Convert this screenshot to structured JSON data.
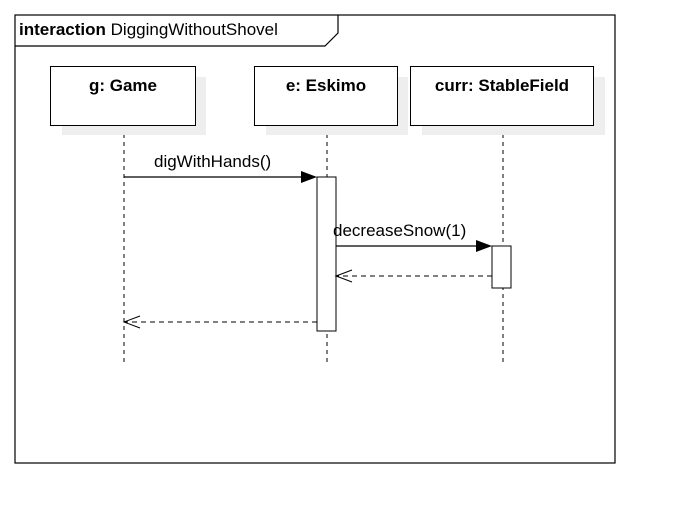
{
  "frame": {
    "keyword": "interaction",
    "name": "DiggingWithoutShovel"
  },
  "lifelines": [
    {
      "id": "game",
      "label": "g: Game"
    },
    {
      "id": "eskimo",
      "label": "e: Eskimo"
    },
    {
      "id": "field",
      "label": "curr: StableField"
    }
  ],
  "messages": [
    {
      "label": "digWithHands()",
      "from": "game",
      "to": "eskimo",
      "kind": "sync"
    },
    {
      "label": "decreaseSnow(1)",
      "from": "eskimo",
      "to": "field",
      "kind": "sync"
    },
    {
      "label": "",
      "from": "field",
      "to": "eskimo",
      "kind": "return"
    },
    {
      "label": "",
      "from": "eskimo",
      "to": "game",
      "kind": "return"
    }
  ]
}
